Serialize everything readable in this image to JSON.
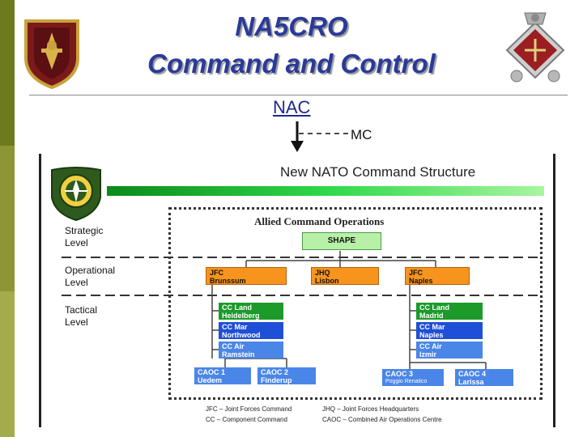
{
  "header": {
    "title_line1": "NA5CRO",
    "title_line2": "Command and Control"
  },
  "top": {
    "nac": "NAC",
    "mc": "MC"
  },
  "chart": {
    "title": "New NATO Command Structure",
    "subtitle": "Allied Command Operations",
    "levels": {
      "strategic": [
        "Strategic",
        "Level"
      ],
      "operational": [
        "Operational",
        "Level"
      ],
      "tactical": [
        "Tactical",
        "Level"
      ]
    },
    "shape": "SHAPE",
    "jfc_brunssum": [
      "JFC",
      "Brunssum"
    ],
    "jhq_lisbon": [
      "JHQ",
      "Lisbon"
    ],
    "jfc_naples": [
      "JFC",
      "Naples"
    ],
    "cc_land_heidelberg": [
      "CC Land",
      "Heidelberg"
    ],
    "cc_mar_northwood": [
      "CC Mar",
      "Northwood"
    ],
    "cc_air_ramstein": [
      "CC Air",
      "Ramstein"
    ],
    "cc_land_madrid": [
      "CC Land",
      "Madrid"
    ],
    "cc_mar_naples": [
      "CC Mar",
      "Naples"
    ],
    "cc_air_izmir": [
      "CC Air",
      "Izmir"
    ],
    "caoc1": [
      "CAOC 1",
      "Uedem"
    ],
    "caoc2": [
      "CAOC 2",
      "Finderup"
    ],
    "caoc3": [
      "CAOC 3",
      "Poggio Renatico"
    ],
    "caoc4": [
      "CAOC 4",
      "Larissa"
    ],
    "legend": {
      "l1": "JFC – Joint Forces Command",
      "l2": "JHQ – Joint Forces Headquarters",
      "l3": "CC – Component Command",
      "l4": "CAOC – Combined Air Operations Centre"
    }
  },
  "colors": {
    "sidebar": "#6e7a1e",
    "title": "#2a3a9a",
    "orange": "#f7941d",
    "green": "#1c9a2a",
    "blue": "#1f4fd6",
    "light_blue": "#4a86e8",
    "shape": "#b8f0a8"
  },
  "icons": [
    "emblem-left-icon",
    "emblem-right-icon",
    "nato-shield-icon"
  ]
}
